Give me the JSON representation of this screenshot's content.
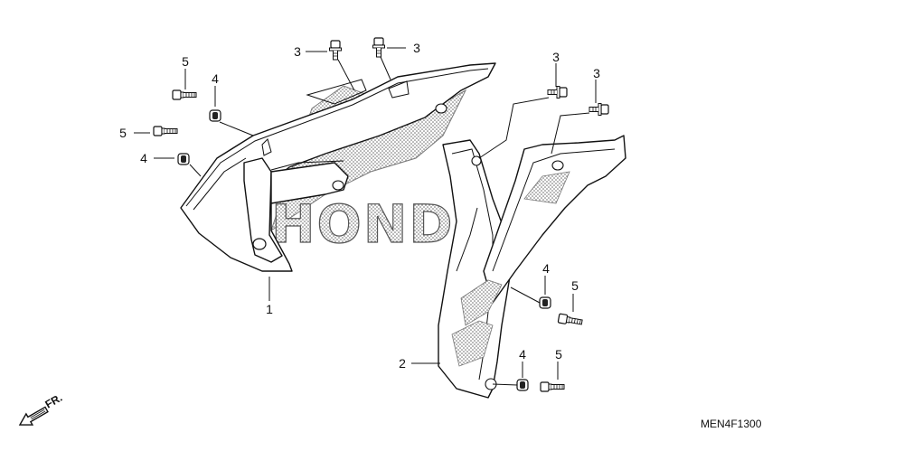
{
  "diagram_code": "MEN4F1300",
  "direction_label": "FR.",
  "watermark": "HONDA",
  "callouts": {
    "p1": "1",
    "p2": "2",
    "b3a": "3",
    "b3b": "3",
    "b3c": "3",
    "b3d": "3",
    "w4a": "4",
    "w4b": "4",
    "w4c": "4",
    "w4d": "4",
    "b5a": "5",
    "b5b": "5",
    "b5c": "5",
    "b5d": "5"
  }
}
